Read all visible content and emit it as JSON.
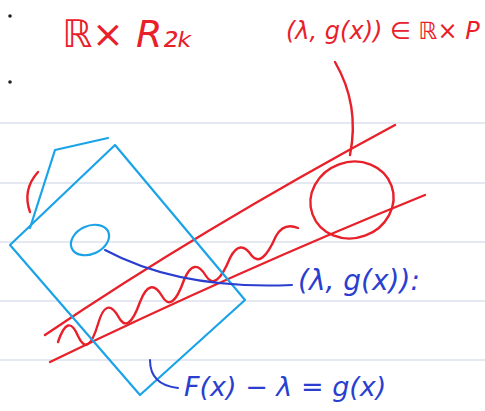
{
  "diagram": {
    "labels": [
      "ℝ× R₂ₖ",
      "(λ, g(x)) ∈ ℝ× P",
      "(λ, g(x)):",
      "F(x) − λ = g(x)"
    ]
  }
}
